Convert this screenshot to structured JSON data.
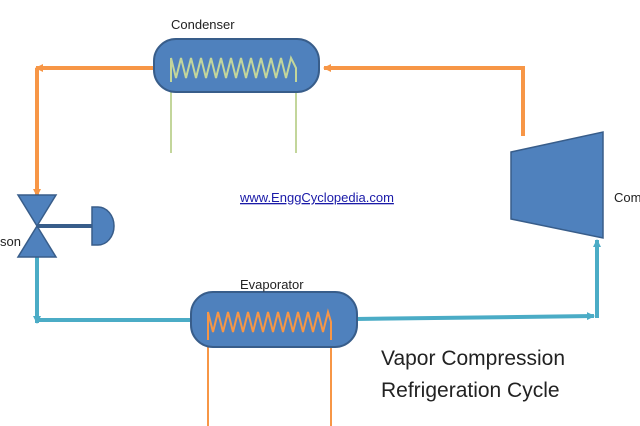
{
  "diagram": {
    "labels": {
      "condenser": "Condenser",
      "evaporator": "Evaporator",
      "expansion_partial": "son",
      "compressor_partial": "Com"
    },
    "website": "www.EnggCyclopedia.com",
    "title_lines": [
      "Vapor Compression",
      "Refrigeration Cycle"
    ],
    "colors": {
      "hot_line": "#f79646",
      "cold_line": "#4bacc6",
      "component_fill": "#4f81bd",
      "component_stroke": "#385d8a",
      "condenser_coil": "#c3d69b",
      "evaporator_coil": "#f79646"
    }
  }
}
